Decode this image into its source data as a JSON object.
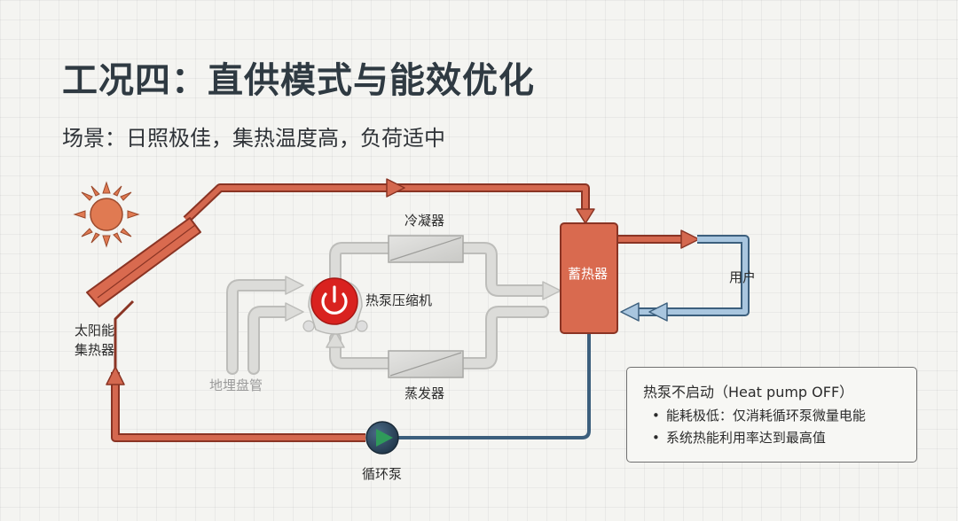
{
  "title": "工况四：直供模式与能效优化",
  "subtitle": "场景：日照极佳，集热温度高，负荷适中",
  "labels": {
    "collector_line1": "太阳能",
    "collector_line2": "集热器",
    "condenser": "冷凝器",
    "compressor": "热泵压缩机",
    "evaporator": "蒸发器",
    "ground_coil": "地埋盘管",
    "storage": "蓄热器",
    "user": "用户",
    "pump": "循环泵"
  },
  "info": {
    "title": "热泵不启动（Heat pump OFF）",
    "items": [
      "能耗极低：仅消耗循环泵微量电能",
      "系统热能利用率达到最高值"
    ]
  },
  "colors": {
    "hot_pipe": "#d4684f",
    "hot_pipe_outline": "#8a3424",
    "cold_pipe": "#a9c6df",
    "cold_pipe_outline": "#3c5f7d",
    "inactive_pipe": "#d7d7d4",
    "power_button": "#d9221f",
    "pump": "#2f9a5a"
  },
  "icons": [
    "sun-icon",
    "power-icon",
    "pump-icon"
  ]
}
